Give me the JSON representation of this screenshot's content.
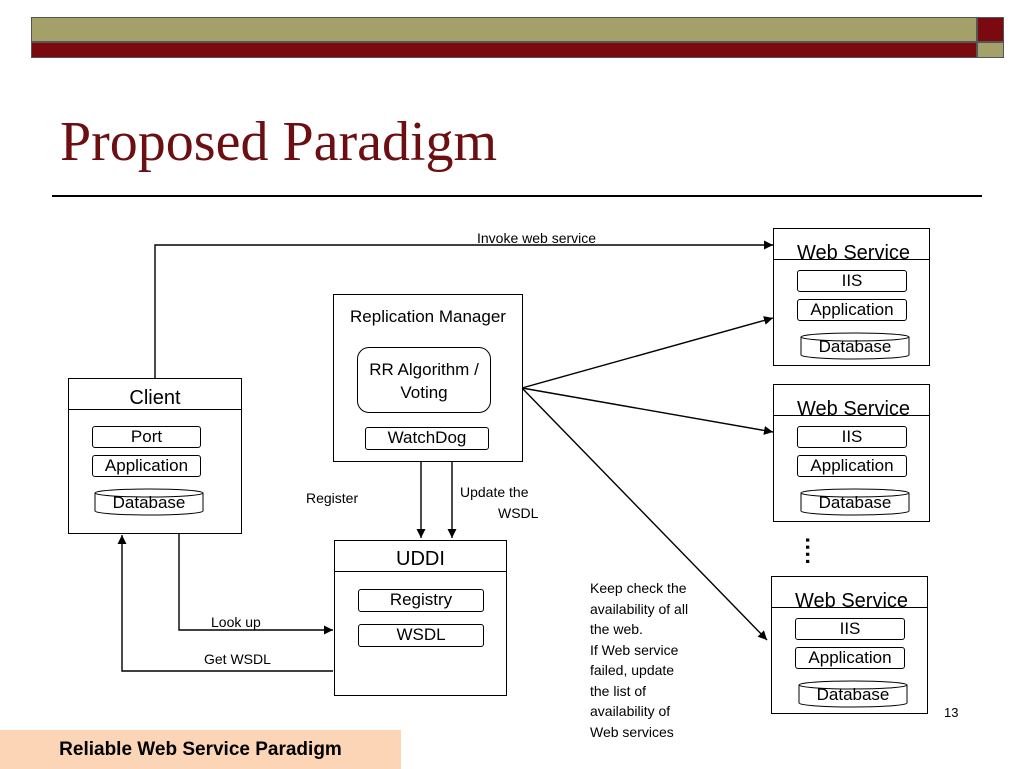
{
  "slide": {
    "title": "Proposed Paradigm",
    "footer": "Reliable Web Service Paradigm",
    "page_number": "13",
    "colors": {
      "olive": "#a3a06a",
      "maroon": "#7a0a0f",
      "title": "#6b0f12",
      "footer_bg": "#fbd5b5"
    }
  },
  "diagram": {
    "client": {
      "title": "Client",
      "items": [
        "Port",
        "Application"
      ],
      "database": "Database"
    },
    "replication_manager": {
      "title": "Replication Manager",
      "algorithm": "RR Algorithm / Voting",
      "watchdog": "WatchDog"
    },
    "uddi": {
      "title": "UDDI",
      "items": [
        "Registry",
        "WSDL"
      ]
    },
    "web_services": [
      {
        "title": "Web Service",
        "items": [
          "IIS",
          "Application"
        ],
        "database": "Database"
      },
      {
        "title": "Web Service",
        "items": [
          "IIS",
          "Application"
        ],
        "database": "Database"
      },
      {
        "title": "Web Service",
        "items": [
          "IIS",
          "Application"
        ],
        "database": "Database"
      }
    ],
    "edges": {
      "invoke": "Invoke web service",
      "register": "Register",
      "update_wsdl": [
        "Update the",
        "WSDL"
      ],
      "lookup": "Look up",
      "get_wsdl": "Get WSDL"
    },
    "note": [
      "Keep check the",
      "availability of all",
      "the web.",
      "If Web service",
      "failed, update",
      "the list of",
      "availability of",
      "Web services"
    ],
    "ellipsis": "...."
  }
}
